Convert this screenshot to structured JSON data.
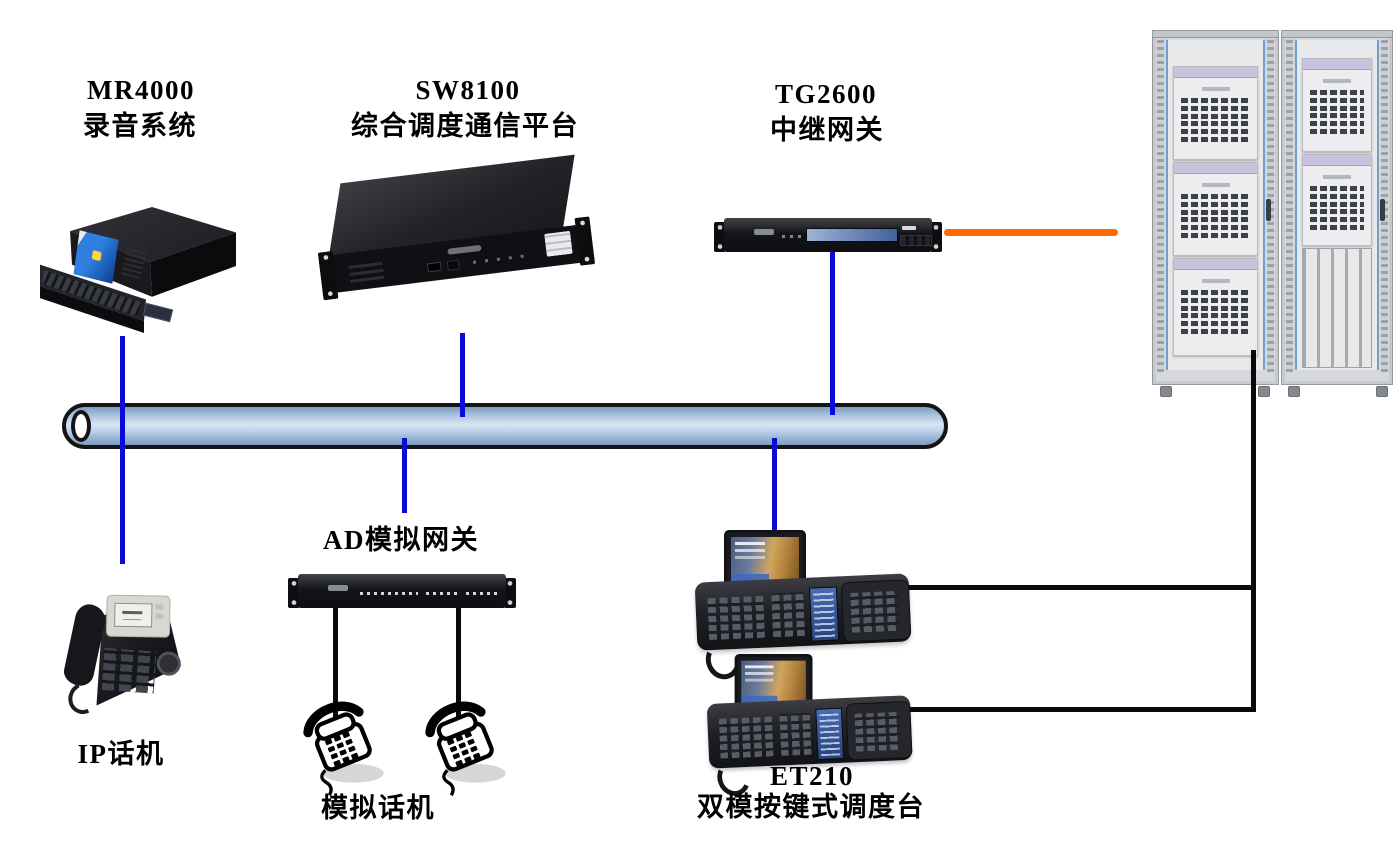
{
  "colors": {
    "background": "#ffffff",
    "bus_line": "#0b0bd6",
    "trunk_line": "#ff6a00",
    "cable_line": "#0a0a0a",
    "pipe_outline": "#141414",
    "pipe_light": "#d6e4f2",
    "pipe_dark": "#7e9cc2",
    "pipe_cap": "#ffffff",
    "label_color": "#000000"
  },
  "nodes": {
    "mr4000": {
      "model": "MR4000",
      "name": "录音系统"
    },
    "sw8100": {
      "model": "SW8100",
      "name": "综合调度通信平台"
    },
    "tg2600": {
      "model": "TG2600",
      "name": "中继网关"
    },
    "ad_gateway": {
      "name": "AD模拟网关"
    },
    "ip_phone": {
      "name": "IP话机"
    },
    "analog_phone": {
      "name": "模拟话机"
    },
    "et210": {
      "model": "ET210",
      "name": "双模按键式调度台"
    }
  }
}
